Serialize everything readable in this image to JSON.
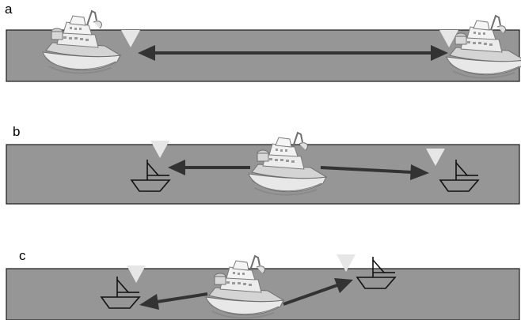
{
  "panels": [
    {
      "label": "a"
    },
    {
      "label": "b"
    },
    {
      "label": "c"
    }
  ],
  "colors": {
    "water": "#969696",
    "outline": "#1a1a1a",
    "arrow": "#333333",
    "marker": "#e6e6e6",
    "ship_body": "#d9d9d9",
    "ship_shadow": "#8a8a8a"
  },
  "icons": {
    "ship": "cruise-ship-icon",
    "small_boat": "sailboat-outline-icon",
    "marker": "triangle-down-marker-icon"
  }
}
